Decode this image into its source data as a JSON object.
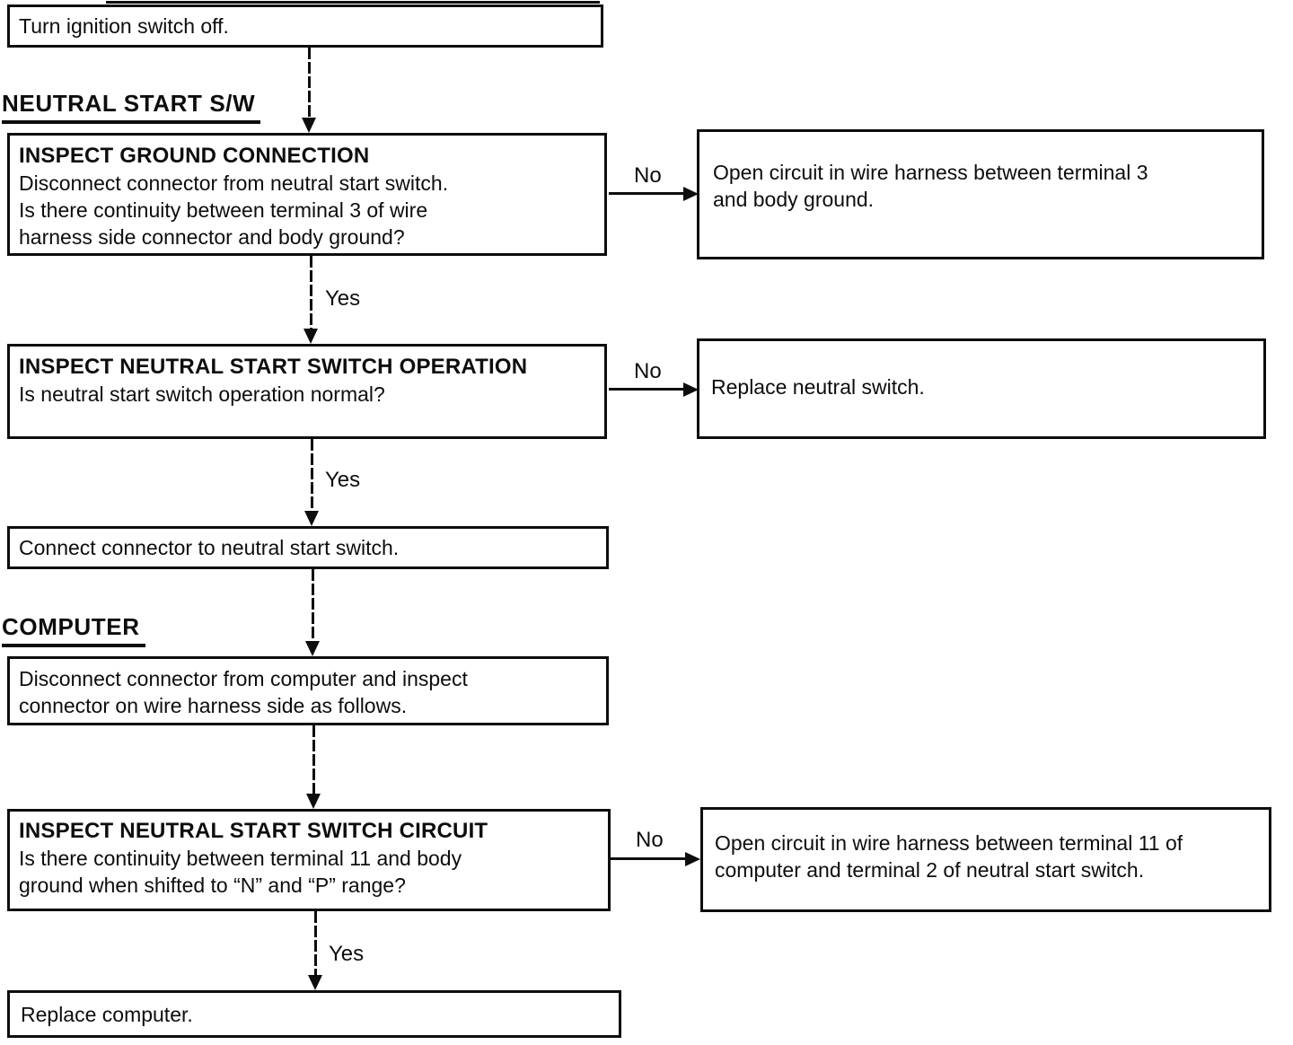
{
  "labels": {
    "yes": "Yes",
    "no": "No"
  },
  "sections": [
    {
      "title": "NEUTRAL START S/W"
    },
    {
      "title": "COMPUTER"
    }
  ],
  "flow": {
    "start": {
      "text": "Turn ignition switch off."
    },
    "inspect_ground": {
      "title": "INSPECT GROUND CONNECTION",
      "lines": [
        "Disconnect connector from neutral start switch.",
        "Is there continuity between terminal 3 of wire",
        "harness side connector and body ground?"
      ]
    },
    "open_circuit_terminal3": {
      "lines": [
        "Open circuit in wire harness between terminal 3",
        "and body ground."
      ]
    },
    "inspect_operation": {
      "title": "INSPECT NEUTRAL START SWITCH OPERATION",
      "lines": [
        "Is neutral start switch operation normal?"
      ]
    },
    "replace_neutral_switch": {
      "lines": [
        "Replace neutral switch."
      ]
    },
    "connect_connector": {
      "text": "Connect connector to neutral start switch."
    },
    "disconnect_computer": {
      "lines": [
        "Disconnect connector from computer and inspect",
        "connector on wire harness side as follows."
      ]
    },
    "inspect_circuit": {
      "title": "INSPECT NEUTRAL START SWITCH CIRCUIT",
      "lines": [
        "Is there continuity between terminal 11 and body",
        "ground when shifted to “N” and “P” range?"
      ]
    },
    "open_circuit_terminal11": {
      "lines": [
        "Open circuit in wire harness between terminal 11 of",
        "computer and terminal 2 of neutral start switch."
      ]
    },
    "replace_computer": {
      "text": "Replace computer."
    }
  }
}
